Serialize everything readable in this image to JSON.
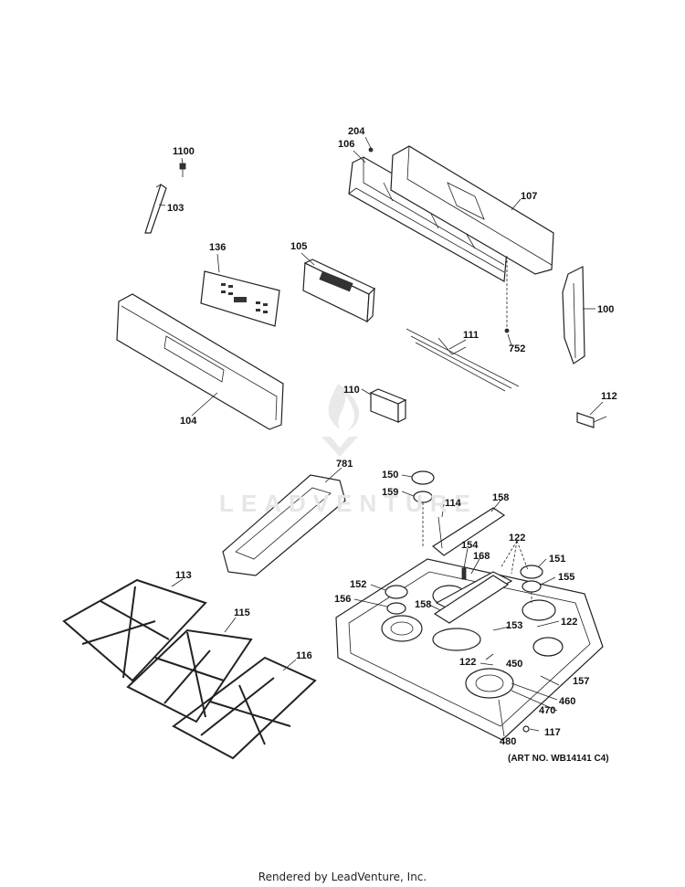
{
  "watermark_text": "LEADVENTURE",
  "callouts": {
    "c1100": "1100",
    "c103": "103",
    "c136": "136",
    "c105": "105",
    "c204": "204",
    "c106": "106",
    "c107": "107",
    "c100": "100",
    "c752": "752",
    "c111": "111",
    "c110": "110",
    "c104": "104",
    "c112": "112",
    "c781": "781",
    "c150": "150",
    "c159": "159",
    "c114": "114",
    "c158a": "158",
    "c122a": "122",
    "c154": "154",
    "c168": "168",
    "c151": "151",
    "c155": "155",
    "c152": "152",
    "c156": "156",
    "c158b": "158",
    "c122b": "122",
    "c153": "153",
    "c122c": "122",
    "c450": "450",
    "c157": "157",
    "c460": "460",
    "c470": "470",
    "c480": "480",
    "c117": "117",
    "c113": "113",
    "c115": "115",
    "c116": "116"
  },
  "art_number": "(ART NO. WB14141 C4)",
  "footer": "Rendered by LeadVenture, Inc."
}
